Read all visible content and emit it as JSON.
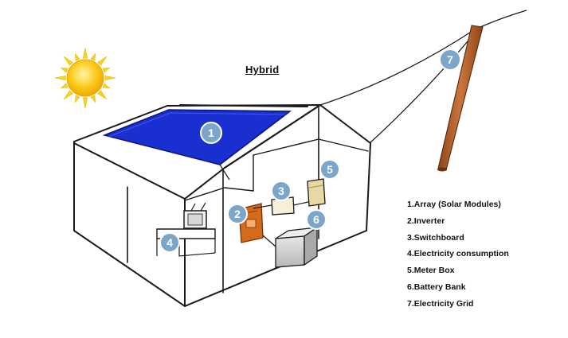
{
  "title": "Hybrid",
  "legend": [
    "1.Array (Solar Modules)",
    "2.Inverter",
    "3.Switchboard",
    "4.Electricity consumption",
    "5.Meter Box",
    "6.Battery Bank",
    "7.Electricity Grid"
  ],
  "markers": [
    "1",
    "2",
    "3",
    "4",
    "5",
    "6",
    "7"
  ],
  "colors": {
    "marker_fill": "#7ba6c9",
    "solar_panel": "#1a2fd0",
    "pole": "#b8612c",
    "inverter": "#d46a1c",
    "sun": "#f8c215"
  }
}
